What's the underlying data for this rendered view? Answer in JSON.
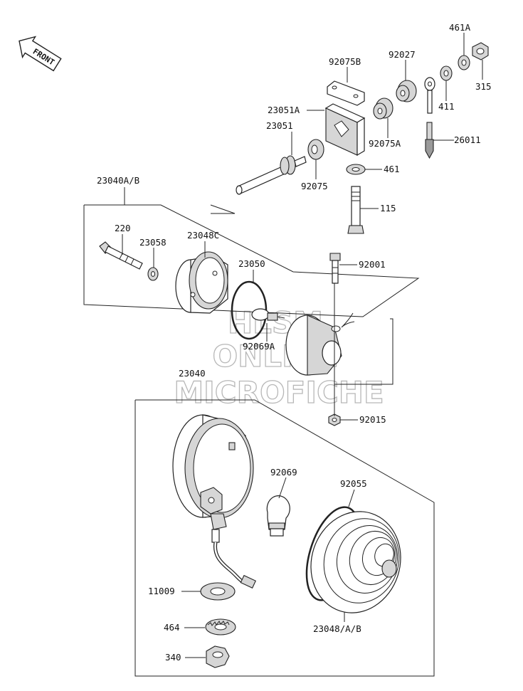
{
  "front_arrow": {
    "text": "FRONT"
  },
  "watermark": {
    "line1": "HLSM",
    "line2": "ONLINE",
    "line3": "MICROFICHE"
  },
  "labels": {
    "p461A": "461A",
    "p92075B": "92075B",
    "p92027": "92027",
    "p315": "315",
    "p23051A": "23051A",
    "p411": "411",
    "p23051": "23051",
    "p92075A": "92075A",
    "p26011": "26011",
    "p461": "461",
    "p92075": "92075",
    "p23040AB": "23040A/B",
    "p115": "115",
    "p220": "220",
    "p23048C": "23048C",
    "p23058": "23058",
    "p92001": "92001",
    "p23050": "23050",
    "p92069A": "92069A",
    "p23040": "23040",
    "p92015": "92015",
    "p92069": "92069",
    "p92055": "92055",
    "p11009": "11009",
    "p464": "464",
    "p340": "340",
    "p23048AB": "23048/A/B"
  }
}
